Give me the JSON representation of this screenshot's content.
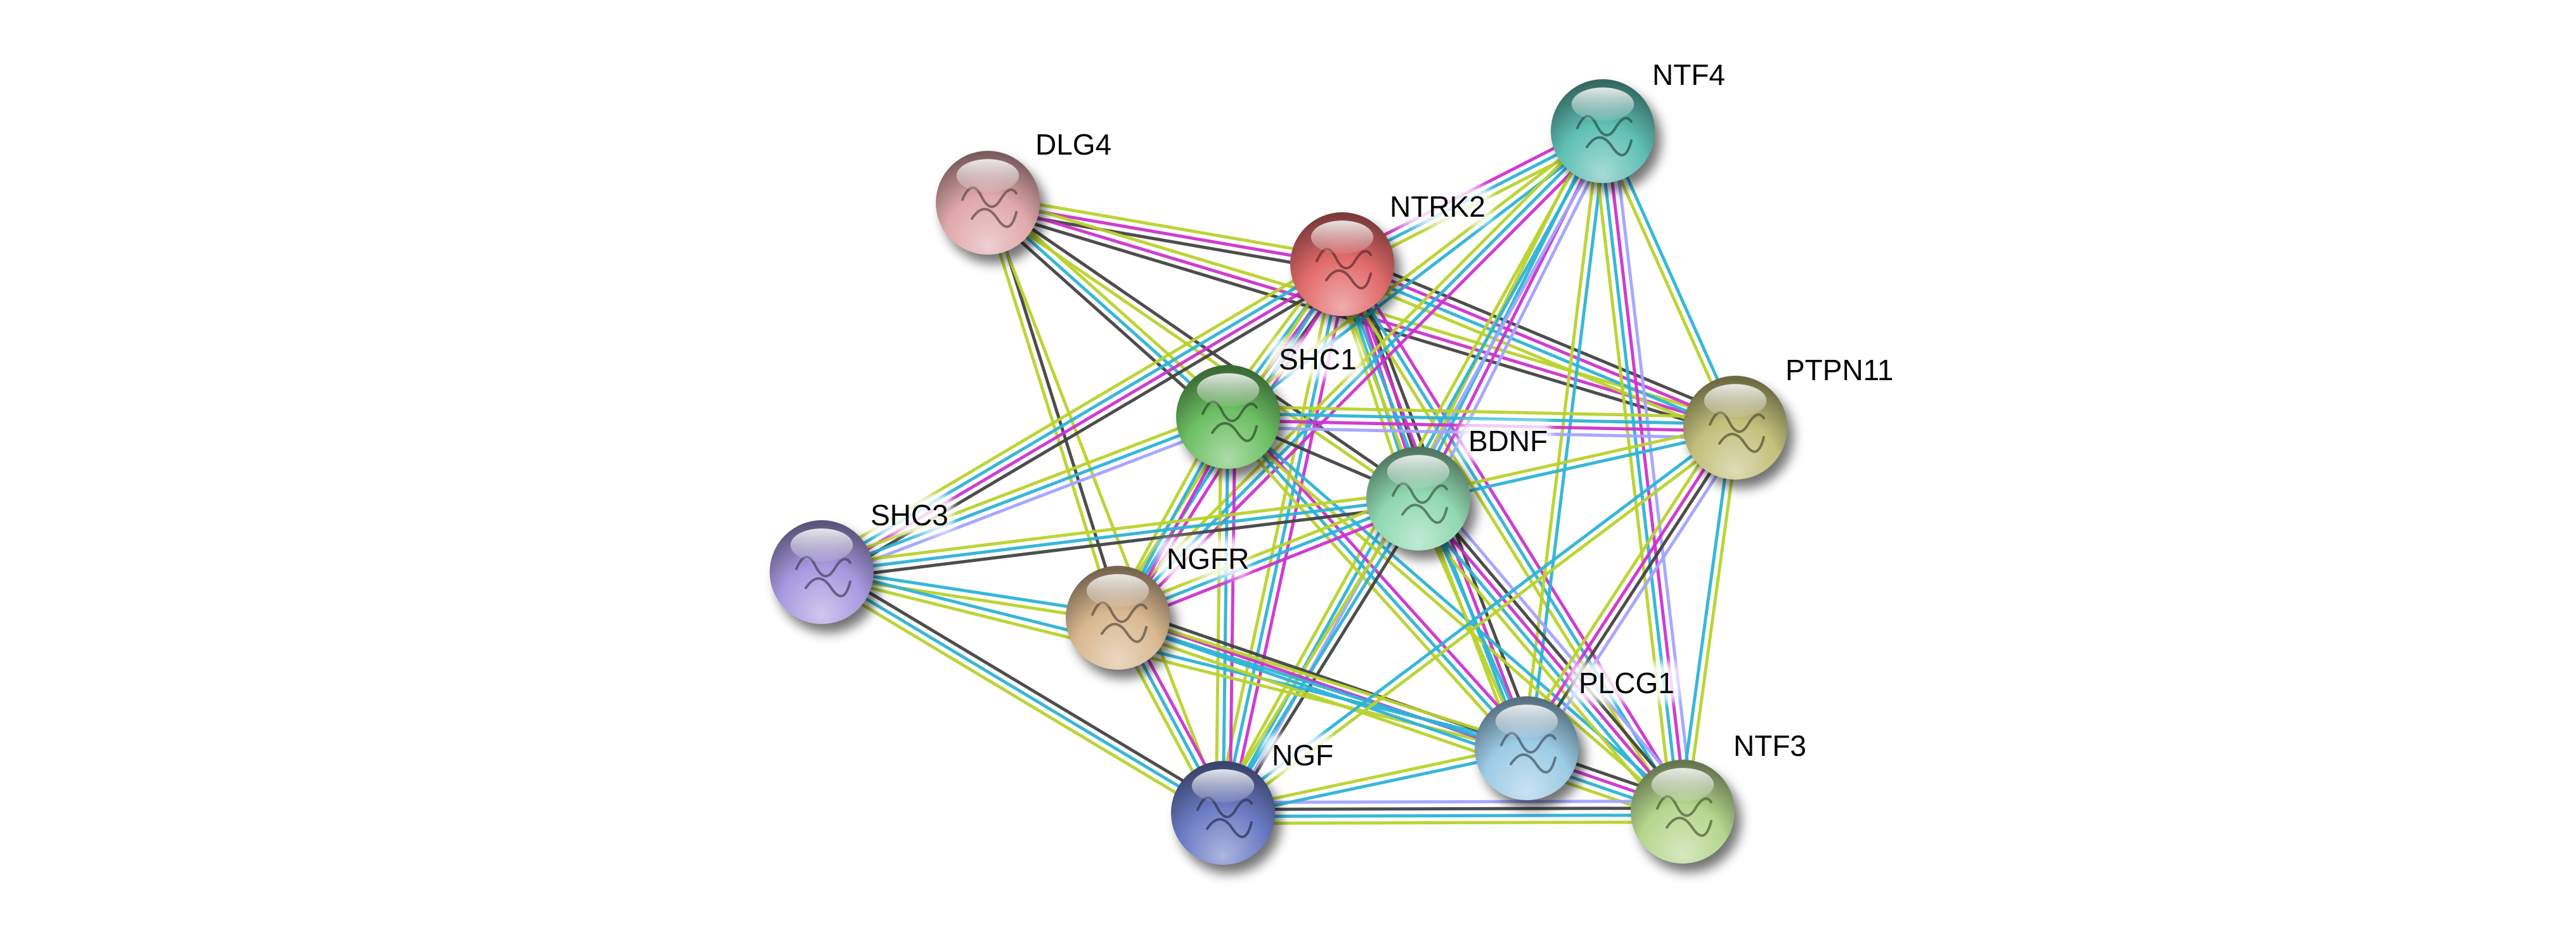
{
  "network": {
    "type": "protein-interaction-network",
    "edge_colors": {
      "textmining": "#b9d22d",
      "database": "#2db3d6",
      "experiment": "#cc33cc",
      "coexpression": "#434343",
      "homology": "#a3a3ff"
    },
    "nodes": [
      {
        "id": "DLG4",
        "label": "DLG4",
        "color": "#e0a8aa"
      },
      {
        "id": "NTRK2",
        "label": "NTRK2",
        "color": "#e26a6a"
      },
      {
        "id": "NTF4",
        "label": "NTF4",
        "color": "#5fbfb3"
      },
      {
        "id": "SHC1",
        "label": "SHC1",
        "color": "#6cbf63"
      },
      {
        "id": "BDNF",
        "label": "BDNF",
        "color": "#8fd8b0"
      },
      {
        "id": "PTPN11",
        "label": "PTPN11",
        "color": "#c2c07a"
      },
      {
        "id": "SHC3",
        "label": "SHC3",
        "color": "#a799e0"
      },
      {
        "id": "NGFR",
        "label": "NGFR",
        "color": "#d9b890"
      },
      {
        "id": "PLCG1",
        "label": "PLCG1",
        "color": "#9ccbe6"
      },
      {
        "id": "NTF3",
        "label": "NTF3",
        "color": "#b5d68d"
      },
      {
        "id": "NGF",
        "label": "NGF",
        "color": "#6a7bc4"
      }
    ],
    "edges": [
      {
        "source": "DLG4",
        "target": "NTRK2",
        "evidence": [
          "textmining",
          "experiment",
          "coexpression"
        ]
      },
      {
        "source": "DLG4",
        "target": "PTPN11",
        "evidence": [
          "textmining",
          "experiment",
          "coexpression"
        ]
      },
      {
        "source": "DLG4",
        "target": "SHC1",
        "evidence": [
          "textmining",
          "database",
          "coexpression"
        ]
      },
      {
        "source": "DLG4",
        "target": "BDNF",
        "evidence": [
          "coexpression",
          "textmining"
        ]
      },
      {
        "source": "DLG4",
        "target": "NGFR",
        "evidence": [
          "coexpression",
          "textmining"
        ]
      },
      {
        "source": "DLG4",
        "target": "NGF",
        "evidence": [
          "textmining"
        ]
      },
      {
        "source": "NTRK2",
        "target": "NTF4",
        "evidence": [
          "experiment",
          "database",
          "textmining"
        ]
      },
      {
        "source": "NTRK2",
        "target": "SHC1",
        "evidence": [
          "coexpression",
          "experiment",
          "database",
          "textmining"
        ]
      },
      {
        "source": "NTRK2",
        "target": "BDNF",
        "evidence": [
          "coexpression",
          "experiment",
          "database",
          "textmining"
        ]
      },
      {
        "source": "NTRK2",
        "target": "PTPN11",
        "evidence": [
          "coexpression",
          "experiment",
          "database",
          "textmining"
        ]
      },
      {
        "source": "NTRK2",
        "target": "SHC3",
        "evidence": [
          "coexpression",
          "experiment",
          "database",
          "textmining"
        ]
      },
      {
        "source": "NTRK2",
        "target": "NGFR",
        "evidence": [
          "experiment",
          "database",
          "textmining"
        ]
      },
      {
        "source": "NTRK2",
        "target": "NGF",
        "evidence": [
          "experiment",
          "database",
          "textmining"
        ]
      },
      {
        "source": "NTRK2",
        "target": "PLCG1",
        "evidence": [
          "coexpression",
          "experiment",
          "database",
          "textmining"
        ]
      },
      {
        "source": "NTRK2",
        "target": "NTF3",
        "evidence": [
          "experiment",
          "database",
          "textmining"
        ]
      },
      {
        "source": "NTF4",
        "target": "BDNF",
        "evidence": [
          "homology",
          "experiment",
          "database",
          "textmining"
        ]
      },
      {
        "source": "NTF4",
        "target": "SHC1",
        "evidence": [
          "database",
          "textmining"
        ]
      },
      {
        "source": "NTF4",
        "target": "NGFR",
        "evidence": [
          "experiment",
          "database",
          "textmining"
        ]
      },
      {
        "source": "NTF4",
        "target": "NGF",
        "evidence": [
          "homology",
          "database",
          "textmining"
        ]
      },
      {
        "source": "NTF4",
        "target": "PLCG1",
        "evidence": [
          "database",
          "textmining"
        ]
      },
      {
        "source": "NTF4",
        "target": "PTPN11",
        "evidence": [
          "database",
          "textmining"
        ]
      },
      {
        "source": "NTF4",
        "target": "NTF3",
        "evidence": [
          "homology",
          "experiment",
          "database",
          "textmining"
        ]
      },
      {
        "source": "SHC1",
        "target": "PTPN11",
        "evidence": [
          "textmining",
          "database",
          "experiment",
          "homology"
        ]
      },
      {
        "source": "SHC1",
        "target": "BDNF",
        "evidence": [
          "coexpression"
        ]
      },
      {
        "source": "SHC1",
        "target": "SHC3",
        "evidence": [
          "homology",
          "database",
          "textmining"
        ]
      },
      {
        "source": "SHC1",
        "target": "NGFR",
        "evidence": [
          "experiment",
          "database",
          "textmining"
        ]
      },
      {
        "source": "SHC1",
        "target": "NGF",
        "evidence": [
          "experiment",
          "database",
          "textmining"
        ]
      },
      {
        "source": "SHC1",
        "target": "PLCG1",
        "evidence": [
          "experiment",
          "database",
          "textmining"
        ]
      },
      {
        "source": "SHC1",
        "target": "NTF3",
        "evidence": [
          "database",
          "textmining"
        ]
      },
      {
        "source": "BDNF",
        "target": "SHC3",
        "evidence": [
          "coexpression",
          "database",
          "textmining"
        ]
      },
      {
        "source": "BDNF",
        "target": "PTPN11",
        "evidence": [
          "textmining",
          "database"
        ]
      },
      {
        "source": "BDNF",
        "target": "NGFR",
        "evidence": [
          "experiment",
          "database",
          "textmining"
        ]
      },
      {
        "source": "BDNF",
        "target": "NGF",
        "evidence": [
          "coexpression",
          "database",
          "textmining"
        ]
      },
      {
        "source": "BDNF",
        "target": "NTF3",
        "evidence": [
          "homology",
          "coexpression",
          "experiment",
          "database",
          "textmining"
        ]
      },
      {
        "source": "BDNF",
        "target": "PLCG1",
        "evidence": [
          "database",
          "textmining"
        ]
      },
      {
        "source": "SHC3",
        "target": "NGFR",
        "evidence": [
          "database",
          "textmining"
        ]
      },
      {
        "source": "SHC3",
        "target": "NGF",
        "evidence": [
          "coexpression",
          "database",
          "textmining"
        ]
      },
      {
        "source": "SHC3",
        "target": "PLCG1",
        "evidence": [
          "database",
          "textmining"
        ]
      },
      {
        "source": "NGFR",
        "target": "NTF3",
        "evidence": [
          "coexpression",
          "experiment",
          "database",
          "textmining"
        ]
      },
      {
        "source": "NGFR",
        "target": "NGF",
        "evidence": [
          "experiment",
          "database",
          "textmining"
        ]
      },
      {
        "source": "NGFR",
        "target": "PLCG1",
        "evidence": [
          "textmining",
          "database"
        ]
      },
      {
        "source": "PTPN11",
        "target": "PLCG1",
        "evidence": [
          "homology",
          "coexpression",
          "experiment",
          "textmining"
        ]
      },
      {
        "source": "PTPN11",
        "target": "NTF3",
        "evidence": [
          "textmining",
          "database"
        ]
      },
      {
        "source": "PTPN11",
        "target": "NGF",
        "evidence": [
          "textmining",
          "database"
        ]
      },
      {
        "source": "NGF",
        "target": "NTF3",
        "evidence": [
          "homology",
          "coexpression",
          "database",
          "textmining"
        ]
      },
      {
        "source": "NGF",
        "target": "PLCG1",
        "evidence": [
          "textmining",
          "database"
        ]
      }
    ]
  }
}
